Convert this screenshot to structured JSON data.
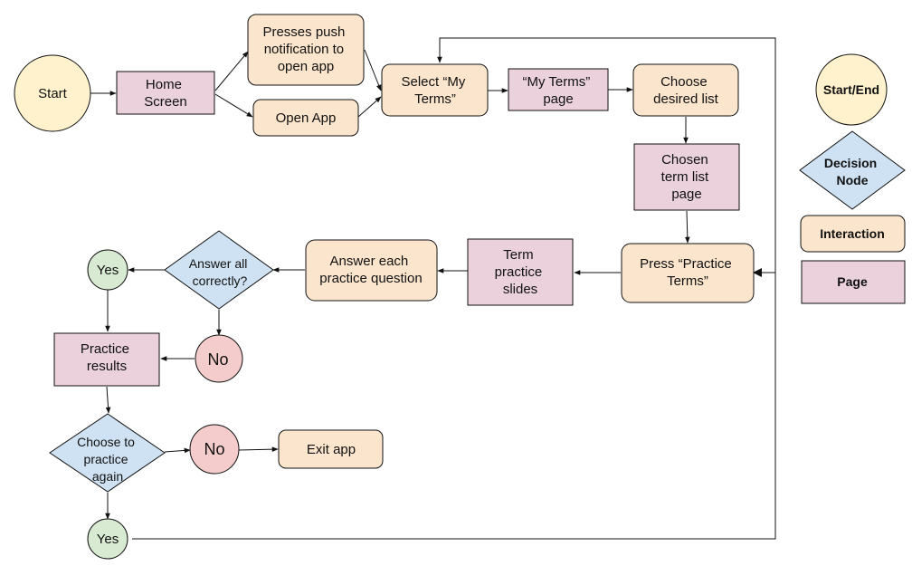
{
  "colors": {
    "start_end": "#fff2cc",
    "decision": "#cfe2f3",
    "interaction": "#fce5cd",
    "page": "#ead1dc",
    "yes": "#d9ead3",
    "no": "#f4cccc",
    "stroke": "#111111"
  },
  "nodes": {
    "start": "Start",
    "home_screen": [
      "Home",
      "Screen"
    ],
    "push_notification": [
      "Presses push",
      "notification to",
      "open app"
    ],
    "open_app": "Open App",
    "select_my_terms": [
      "Select “My",
      "Terms”"
    ],
    "my_terms_page": [
      "“My Terms”",
      "page"
    ],
    "choose_list": [
      "Choose",
      "desired list"
    ],
    "chosen_term_list": [
      "Chosen",
      "term list",
      "page"
    ],
    "press_practice": [
      "Press “Practice",
      "Terms”"
    ],
    "term_practice_slides": [
      "Term",
      "practice",
      "slides"
    ],
    "answer_each": [
      "Answer each",
      "practice question"
    ],
    "answer_all_correctly": [
      "Answer all",
      "correctly?"
    ],
    "yes_1": "Yes",
    "no_1": "No",
    "practice_results": [
      "Practice",
      "results"
    ],
    "choose_again": [
      "Choose to",
      "practice",
      "again"
    ],
    "no_2": "No",
    "exit_app": "Exit app",
    "yes_2": "Yes"
  },
  "legend": {
    "start_end": "Start/End",
    "decision": [
      "Decision",
      "Node"
    ],
    "interaction": "Interaction",
    "page": "Page"
  }
}
